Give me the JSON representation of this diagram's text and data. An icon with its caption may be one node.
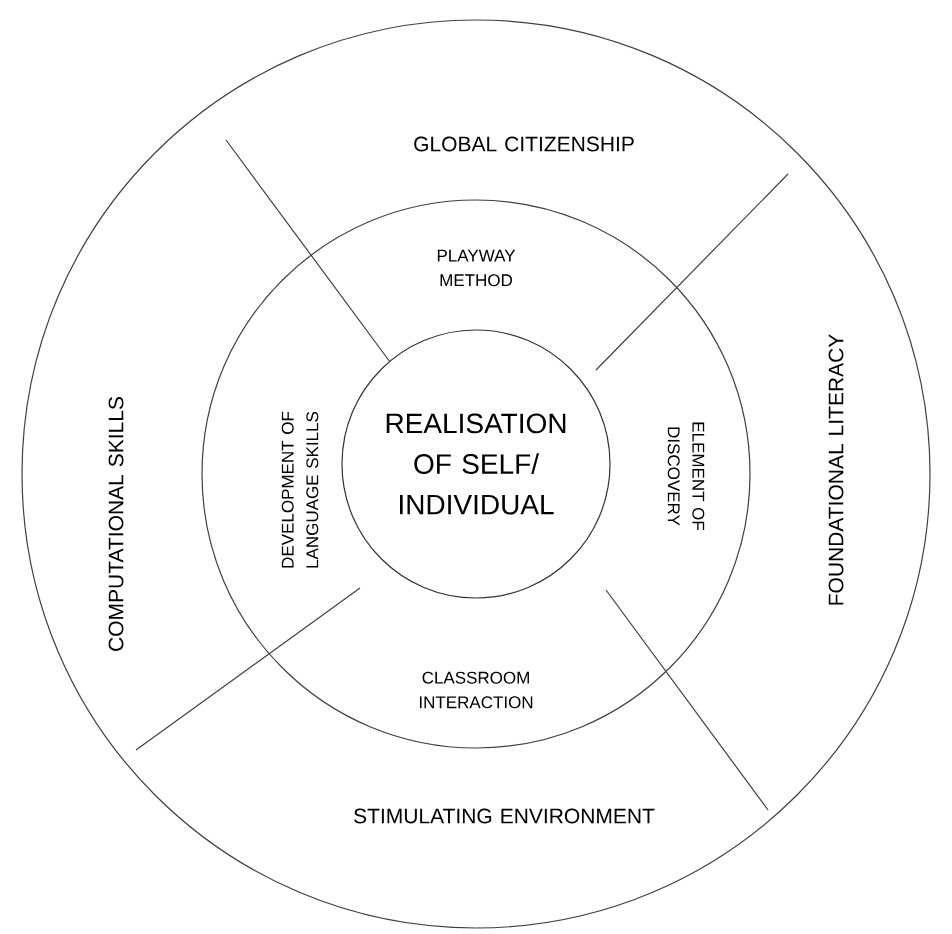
{
  "diagram": {
    "nodes": [
      {
        "text": [
          "REALISATION OF SELF/ INDIVIDUAL"
        ]
      },
      {
        "text": [
          "PLAYWAY METHOD"
        ]
      },
      {
        "text": [
          "DEVELOPMENT OF LANGUAGE SKILLS"
        ]
      },
      {
        "text": [
          "ELEMENT OF DISCOVERY"
        ]
      },
      {
        "text": [
          "CLASSROOM INTERACTION"
        ]
      },
      {
        "text": [
          "GLOBAL CITIZENSHIP"
        ]
      },
      {
        "text": [
          "COMPUTATIONAL SKILLS"
        ]
      },
      {
        "text": [
          "FOUNDATIONAL LITERACY"
        ]
      },
      {
        "text": [
          "STIMULATING ENVIRONMENT"
        ]
      }
    ]
  }
}
